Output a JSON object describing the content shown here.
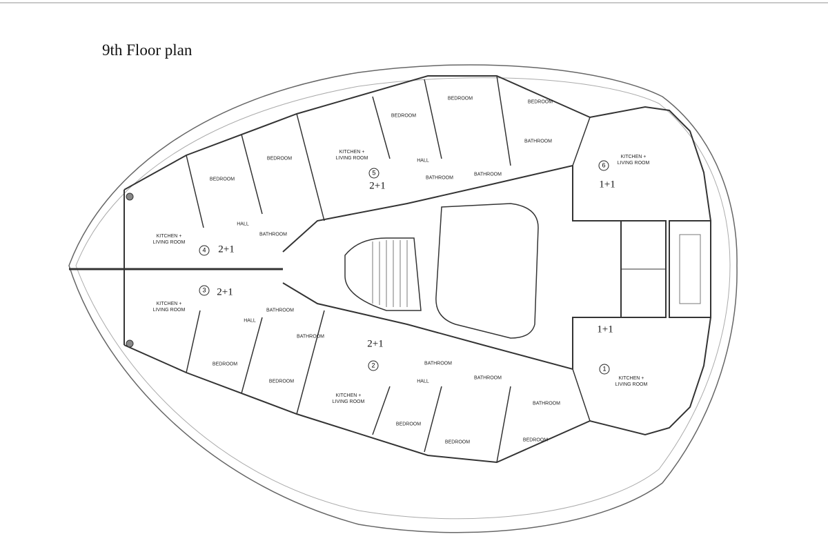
{
  "title": "9th Floor plan",
  "units": [
    {
      "number": "1",
      "type": "1+1",
      "rooms": [
        "KITCHEN +\nLIVING ROOM"
      ]
    },
    {
      "number": "2",
      "type": "2+1",
      "rooms": [
        "KITCHEN +\nLIVING ROOM",
        "BATHROOM",
        "HALL",
        "BATHROOM",
        "BEDROOM",
        "BEDROOM",
        "BATHROOM",
        "BEDROOM"
      ]
    },
    {
      "number": "3",
      "type": "2+1",
      "rooms": [
        "KITCHEN +\nLIVING ROOM",
        "BATHROOM",
        "HALL",
        "BATHROOM",
        "BEDROOM",
        "BEDROOM"
      ]
    },
    {
      "number": "4",
      "type": "2+1",
      "rooms": [
        "KITCHEN +\nLIVING ROOM",
        "HALL",
        "BATHROOM",
        "BEDROOM",
        "BEDROOM"
      ]
    },
    {
      "number": "5",
      "type": "2+1",
      "rooms": [
        "KITCHEN +\nLIVING ROOM",
        "HALL",
        "BATHROOM",
        "BEDROOM",
        "BEDROOM",
        "BATHROOM",
        "BATHROOM",
        "BEDROOM"
      ]
    },
    {
      "number": "6",
      "type": "1+1",
      "rooms": [
        "KITCHEN +\nLIVING ROOM"
      ]
    }
  ]
}
